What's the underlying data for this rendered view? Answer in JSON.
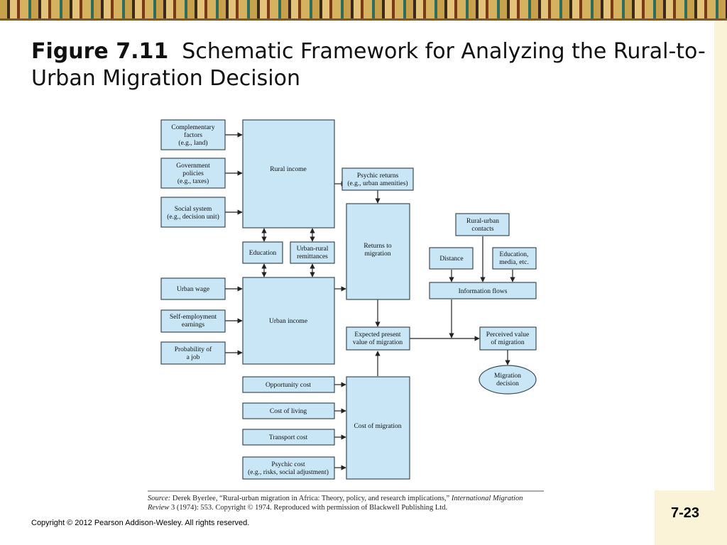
{
  "title": {
    "figure_label": "Figure 7.11",
    "text": "Schematic Framework for Analyzing the Rural-to-Urban Migration Decision"
  },
  "nodes": {
    "complementary": [
      "Complementary",
      "factors",
      "(e.g., land)"
    ],
    "government": [
      "Government",
      "policies",
      "(e.g., taxes)"
    ],
    "social": [
      "Social system",
      "(e.g., decision unit)"
    ],
    "rural_income": [
      "Rural income"
    ],
    "education": [
      "Education"
    ],
    "remittances": [
      "Urban-rural",
      "remittances"
    ],
    "urban_wage": [
      "Urban wage"
    ],
    "self_employment": [
      "Self-employment",
      "earnings"
    ],
    "probability": [
      "Probability of",
      "a job"
    ],
    "urban_income": [
      "Urban income"
    ],
    "psychic_returns": [
      "Psychic returns",
      "(e.g., urban amenities)"
    ],
    "returns": [
      "Returns to",
      "migration"
    ],
    "expected_pv": [
      "Expected present",
      "value of migration"
    ],
    "opportunity": [
      "Opportunity cost"
    ],
    "cost_living": [
      "Cost of living"
    ],
    "transport": [
      "Transport cost"
    ],
    "psychic_cost": [
      "Psychic cost",
      "(e.g., risks, social adjustment)"
    ],
    "cost_migration": [
      "Cost of migration"
    ],
    "rural_contacts": [
      "Rural-urban",
      "contacts"
    ],
    "distance": [
      "Distance"
    ],
    "education_media": [
      "Education,",
      "media, etc."
    ],
    "info_flows": [
      "Information flows"
    ],
    "perceived": [
      "Perceived value",
      "of migration"
    ],
    "decision": [
      "Migration",
      "decision"
    ]
  },
  "source": {
    "label": "Source:",
    "text": "Derek Byerlee, “Rural-urban migration in Africa: Theory, policy, and research implications,”",
    "journal": "International Migration Review",
    "citation": "3 (1974): 553. Copyright © 1974. Reproduced with permission of Blackwell Publishing Ltd."
  },
  "footer": {
    "copyright": "Copyright © 2012 Pearson Addison-Wesley. All rights reserved.",
    "page_number": "7-23"
  }
}
